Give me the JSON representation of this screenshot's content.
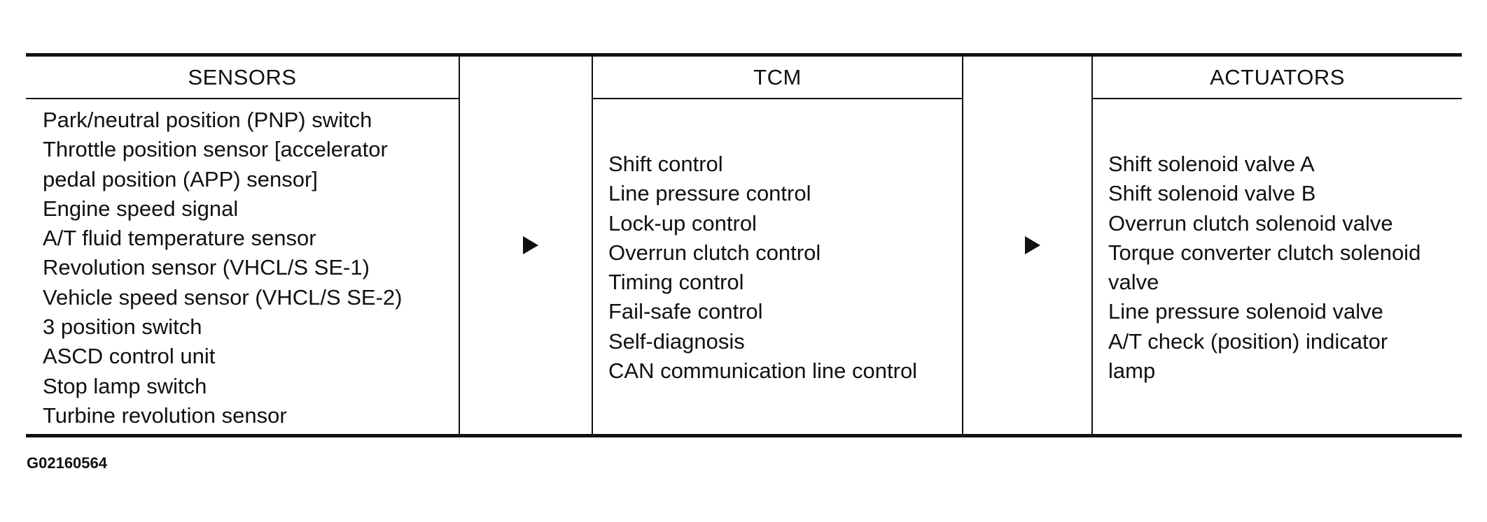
{
  "headers": {
    "sensors": "SENSORS",
    "tcm": "TCM",
    "actuators": "ACTUATORS"
  },
  "sensors": [
    "Park/neutral position (PNP) switch",
    "Throttle position sensor [accelerator",
    "pedal position (APP) sensor]",
    "Engine speed signal",
    "A/T fluid temperature sensor",
    "Revolution sensor (VHCL/S SE-1)",
    "Vehicle speed sensor (VHCL/S SE-2)",
    "3 position switch",
    "ASCD control unit",
    "Stop lamp switch",
    "Turbine revolution sensor"
  ],
  "tcm": [
    "Shift control",
    "Line pressure control",
    "Lock-up control",
    "Overrun clutch control",
    "Timing control",
    "Fail-safe control",
    "Self-diagnosis",
    "CAN communication line control"
  ],
  "actuators": [
    "Shift solenoid valve A",
    "Shift solenoid valve B",
    "Overrun clutch solenoid valve",
    "Torque converter clutch solenoid",
    "valve",
    "Line pressure solenoid valve",
    "A/T check (position) indicator",
    "lamp"
  ],
  "icons": {
    "arrow_1": "arrow-right-icon",
    "arrow_2": "arrow-right-icon"
  },
  "figure_id": "G02160564"
}
